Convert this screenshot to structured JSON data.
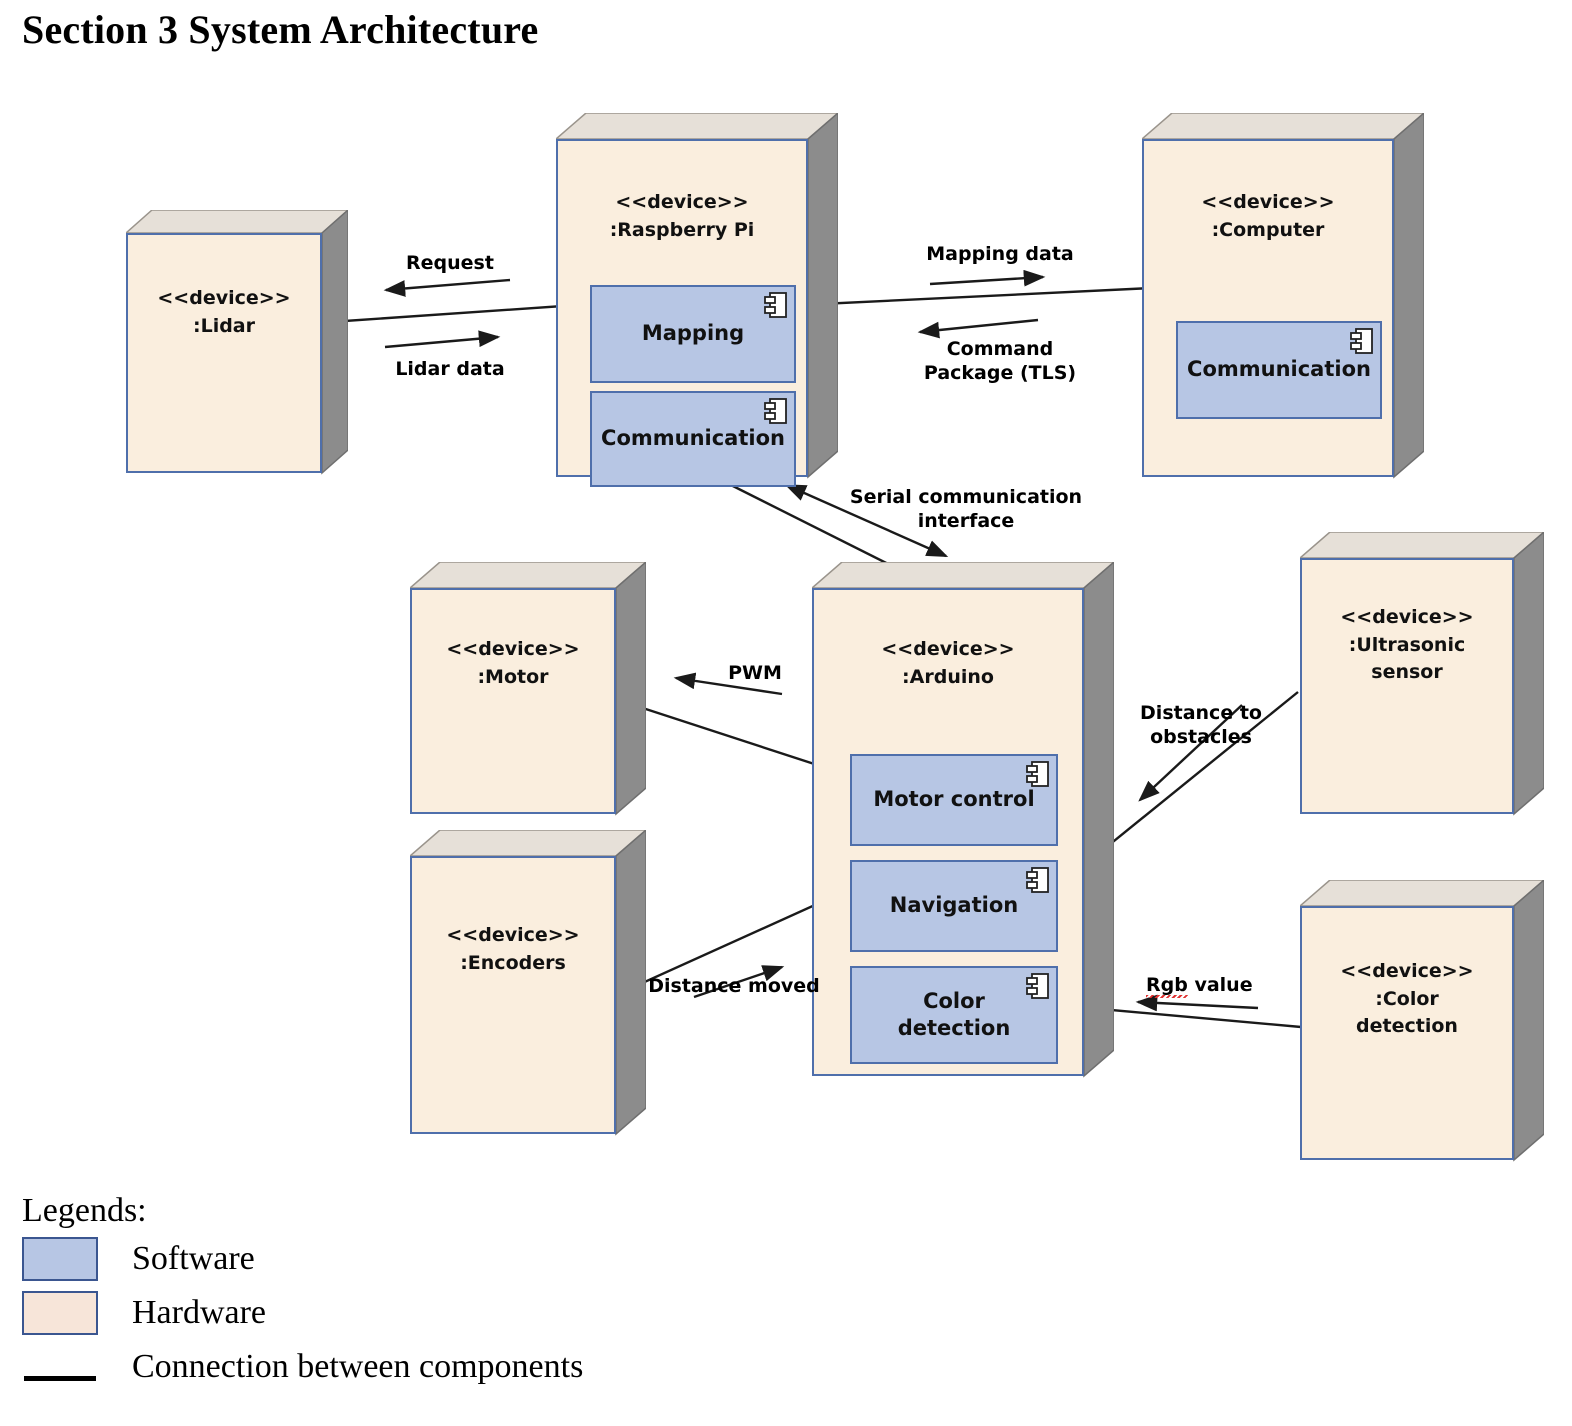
{
  "title": "Section 3 System Architecture",
  "colors": {
    "hardware_fill": "#faeede",
    "software_fill": "#b7c6e4",
    "node_border": "#4f6fab",
    "node_top_face": "#e6e0d8",
    "node_side_face": "#8c8c8c",
    "legend_border": "#3b5690",
    "connector": "#1a1a1a",
    "spellcheck_underline": "#e03131"
  },
  "nodes": {
    "lidar": {
      "stereotype": "<<device>>",
      "name": ":Lidar"
    },
    "raspberrypi": {
      "stereotype": "<<device>>",
      "name": ":Raspberry Pi"
    },
    "computer": {
      "stereotype": "<<device>>",
      "name": ":Computer"
    },
    "motor": {
      "stereotype": "<<device>>",
      "name": ":Motor"
    },
    "encoders": {
      "stereotype": "<<device>>",
      "name": ":Encoders"
    },
    "arduino": {
      "stereotype": "<<device>>",
      "name": ":Arduino"
    },
    "ultrasonic": {
      "stereotype": "<<device>>",
      "name": ":Ultrasonic\nsensor"
    },
    "colordetection": {
      "stereotype": "<<device>>",
      "name": ":Color\ndetection"
    }
  },
  "components": {
    "pi_mapping": "Mapping",
    "pi_communication": "Communication",
    "computer_communication": "Communication",
    "arduino_motor_control": "Motor control",
    "arduino_navigation": "Navigation",
    "arduino_color_detection": "Color\ndetection"
  },
  "edges": {
    "request": "Request",
    "lidar_data": "Lidar data",
    "mapping_data": "Mapping data",
    "command_package": "Command\nPackage (TLS)",
    "serial_comm": "Serial communication\ninterface",
    "pwm": "PWM",
    "distance_moved": "Distance moved",
    "distance_to_obstacles": "Distance to\nobstacles",
    "rgb_value_misspelled": "Rgb",
    "rgb_value_rest": " value"
  },
  "legend": {
    "title": "Legends:",
    "software": "Software",
    "hardware": "Hardware",
    "connection": "Connection between components"
  }
}
